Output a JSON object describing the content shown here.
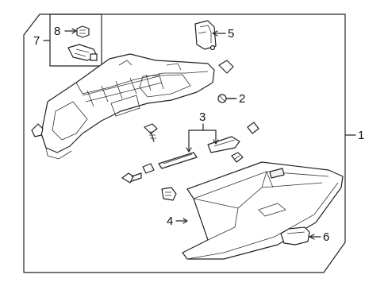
{
  "diagram": {
    "callouts": [
      {
        "key": "c1",
        "label": "1"
      },
      {
        "key": "c2",
        "label": "2"
      },
      {
        "key": "c3",
        "label": "3"
      },
      {
        "key": "c4",
        "label": "4"
      },
      {
        "key": "c5",
        "label": "5"
      },
      {
        "key": "c6",
        "label": "6"
      },
      {
        "key": "c7",
        "label": "7"
      },
      {
        "key": "c8",
        "label": "8"
      }
    ]
  }
}
